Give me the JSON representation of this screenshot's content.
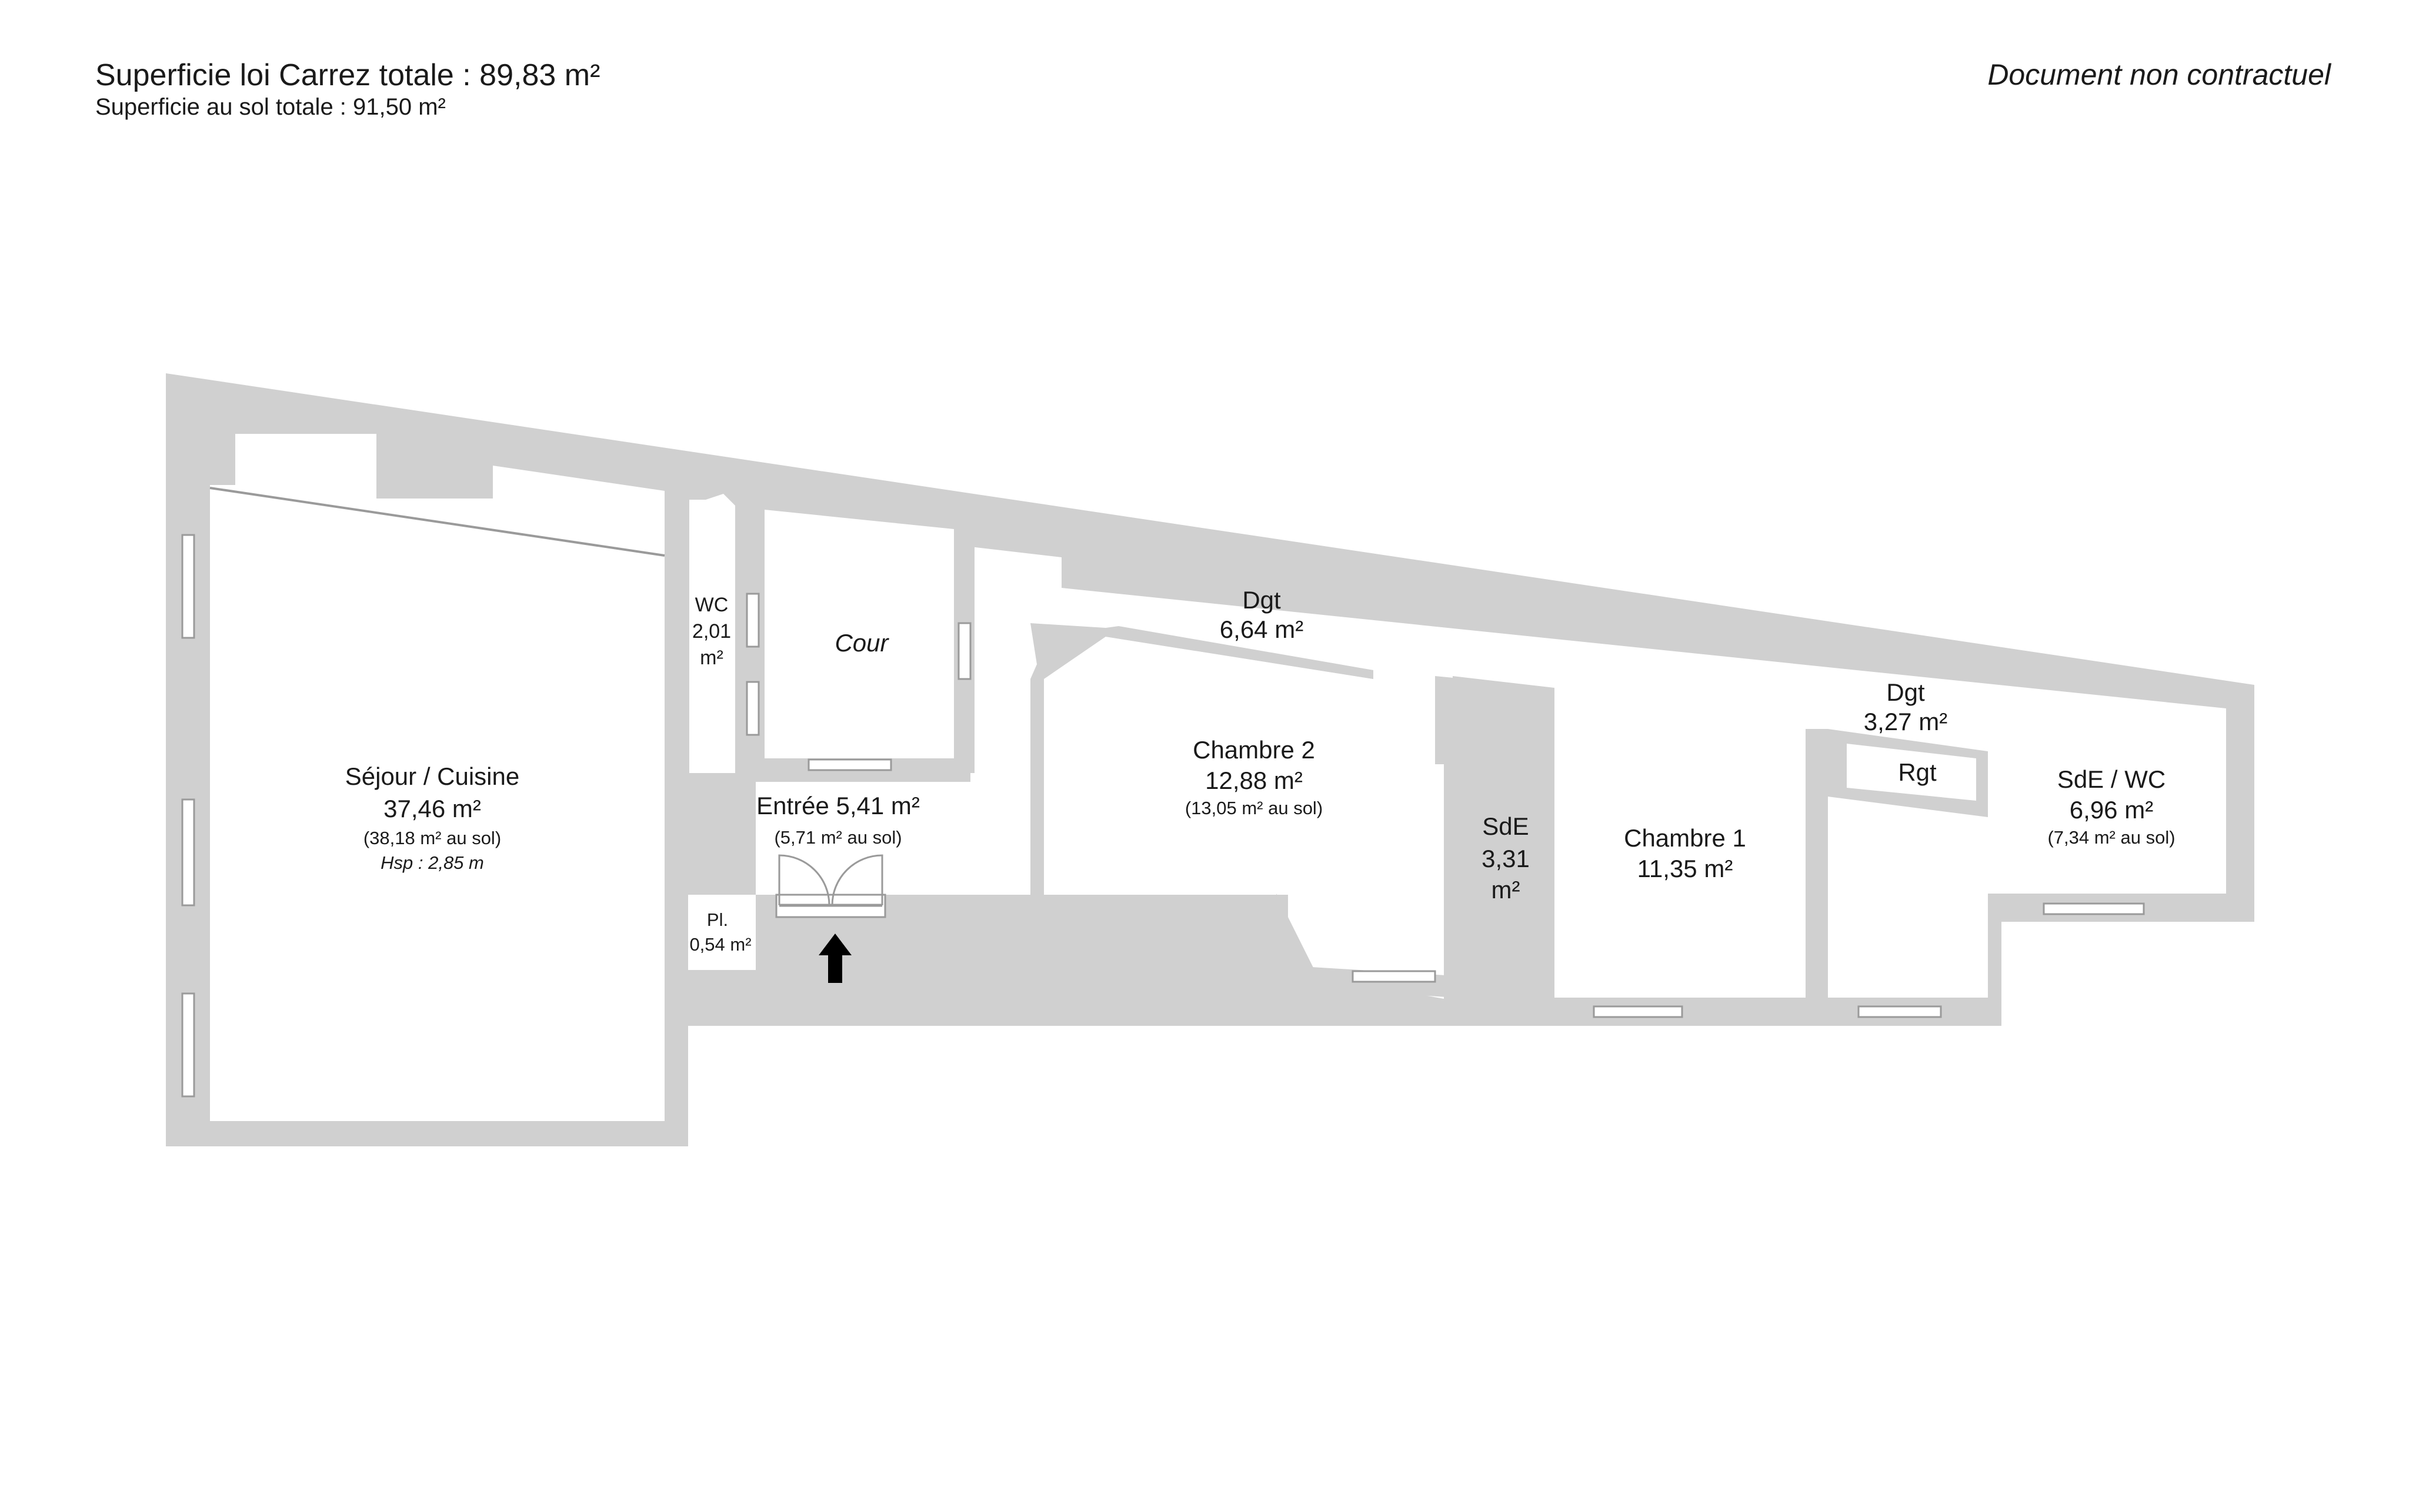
{
  "header": {
    "total_carrez": "Superficie loi Carrez totale : 89,83 m²",
    "total_sol": "Superficie au sol totale : 91,50 m²",
    "disclaimer": "Document non contractuel"
  },
  "rooms": {
    "sejour": {
      "name": "Séjour / Cuisine",
      "area": "37,46 m²",
      "area_sol": "(38,18 m² au sol)",
      "hsp": "Hsp : 2,85 m"
    },
    "wc": {
      "name": "WC",
      "area_num": "2,01",
      "unit": "m²"
    },
    "cour": {
      "name": "Cour"
    },
    "entree": {
      "name_area": "Entrée 5,41 m²",
      "area_sol": "(5,71 m² au sol)"
    },
    "placard": {
      "name": "Pl.",
      "area": "0,54 m²"
    },
    "dgt1": {
      "name": "Dgt",
      "area": "6,64 m²"
    },
    "chambre2": {
      "name": "Chambre 2",
      "area": "12,88 m²",
      "area_sol": "(13,05 m² au sol)"
    },
    "sde1": {
      "name": "SdE",
      "area_num": "3,31",
      "unit": "m²"
    },
    "chambre1": {
      "name": "Chambre 1",
      "area": "11,35 m²"
    },
    "dgt2": {
      "name": "Dgt",
      "area": "3,27 m²"
    },
    "rgt": {
      "name": "Rgt"
    },
    "sde_wc": {
      "name": "SdE / WC",
      "area": "6,96 m²",
      "area_sol": "(7,34 m² au sol)"
    }
  },
  "colors": {
    "wall": "#d0d0d0",
    "text": "#1a1a1a",
    "background": "#ffffff"
  }
}
